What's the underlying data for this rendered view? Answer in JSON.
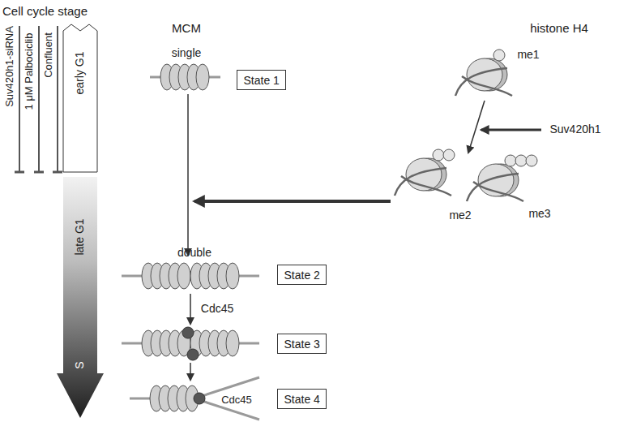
{
  "diagram": {
    "nodes": [
      {
        "text": [
          "State 1"
        ]
      },
      {
        "text": [
          "State 2"
        ]
      },
      {
        "text": [
          "State 3"
        ]
      },
      {
        "text": [
          "State 4"
        ]
      }
    ],
    "labels": [
      "Cell cycle stage",
      "Suv420h1-siRNA",
      "1 μM Palbociclib",
      "Confluent",
      "early G1",
      "late G1",
      "S",
      "MCM",
      "histone H4",
      "single",
      "me1",
      "Suv420h1",
      "me2",
      "me3",
      "double",
      "Cdc45",
      "Cdc45"
    ]
  }
}
